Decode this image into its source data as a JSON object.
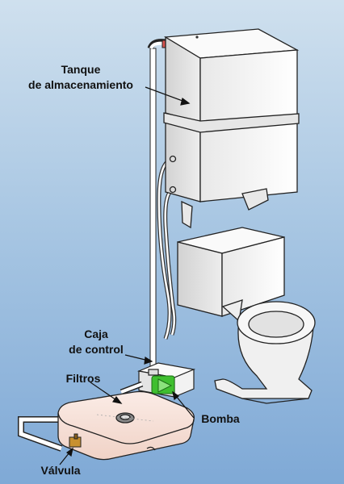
{
  "labels": {
    "tank_line1": "Tanque",
    "tank_line2": "de almacenamiento",
    "control_line1": "Caja",
    "control_line2": "de control",
    "filters": "Filtros",
    "pump": "Bomba",
    "valve": "Válvula"
  },
  "colors": {
    "background_top": "#cfe0ee",
    "background_bottom": "#7fa9d6",
    "fixture_fill": "#f4f4f4",
    "filter_tank_fill": "#f8e6df",
    "pump_green": "#3fbf2f"
  }
}
